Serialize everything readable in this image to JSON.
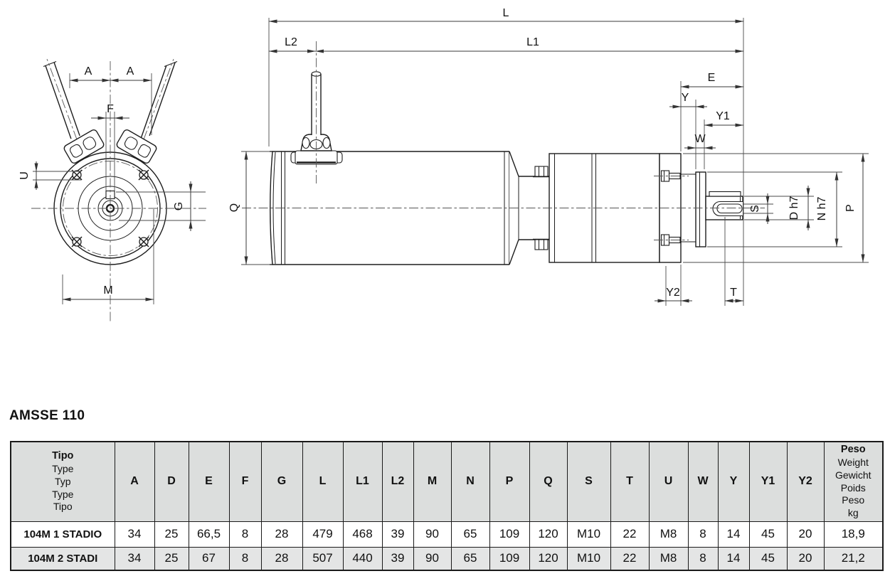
{
  "page": {
    "title": "AMSSE 110"
  },
  "drawing": {
    "front": {
      "a_left": "A",
      "a_right": "A",
      "f": "F",
      "u": "U",
      "g": "G",
      "m": "M"
    },
    "side": {
      "l": "L",
      "l1": "L1",
      "l2": "L2",
      "e": "E",
      "y": "Y",
      "y1": "Y1",
      "w": "W",
      "q": "Q",
      "s": "S",
      "d": "D h7",
      "n": "N h7",
      "p": "P",
      "y2": "Y2",
      "t": "T"
    }
  },
  "table": {
    "type_header": [
      "Tipo",
      "Type",
      "Typ",
      "Type",
      "Tipo"
    ],
    "weight_header": [
      "Peso",
      "Weight",
      "Gewicht",
      "Poids",
      "Peso",
      "kg"
    ],
    "columns": [
      "A",
      "D",
      "E",
      "F",
      "G",
      "L",
      "L1",
      "L2",
      "M",
      "N",
      "P",
      "Q",
      "S",
      "T",
      "U",
      "W",
      "Y",
      "Y1",
      "Y2"
    ],
    "rows": [
      {
        "name": "104M 1 STADIO",
        "values": [
          "34",
          "25",
          "66,5",
          "8",
          "28",
          "479",
          "468",
          "39",
          "90",
          "65",
          "109",
          "120",
          "M10",
          "22",
          "M8",
          "8",
          "14",
          "45",
          "20"
        ],
        "weight": "18,9"
      },
      {
        "name": "104M 2 STADI",
        "values": [
          "34",
          "25",
          "67",
          "8",
          "28",
          "507",
          "440",
          "39",
          "90",
          "65",
          "109",
          "120",
          "M10",
          "22",
          "M8",
          "8",
          "14",
          "45",
          "20"
        ],
        "weight": "21,2"
      }
    ]
  }
}
